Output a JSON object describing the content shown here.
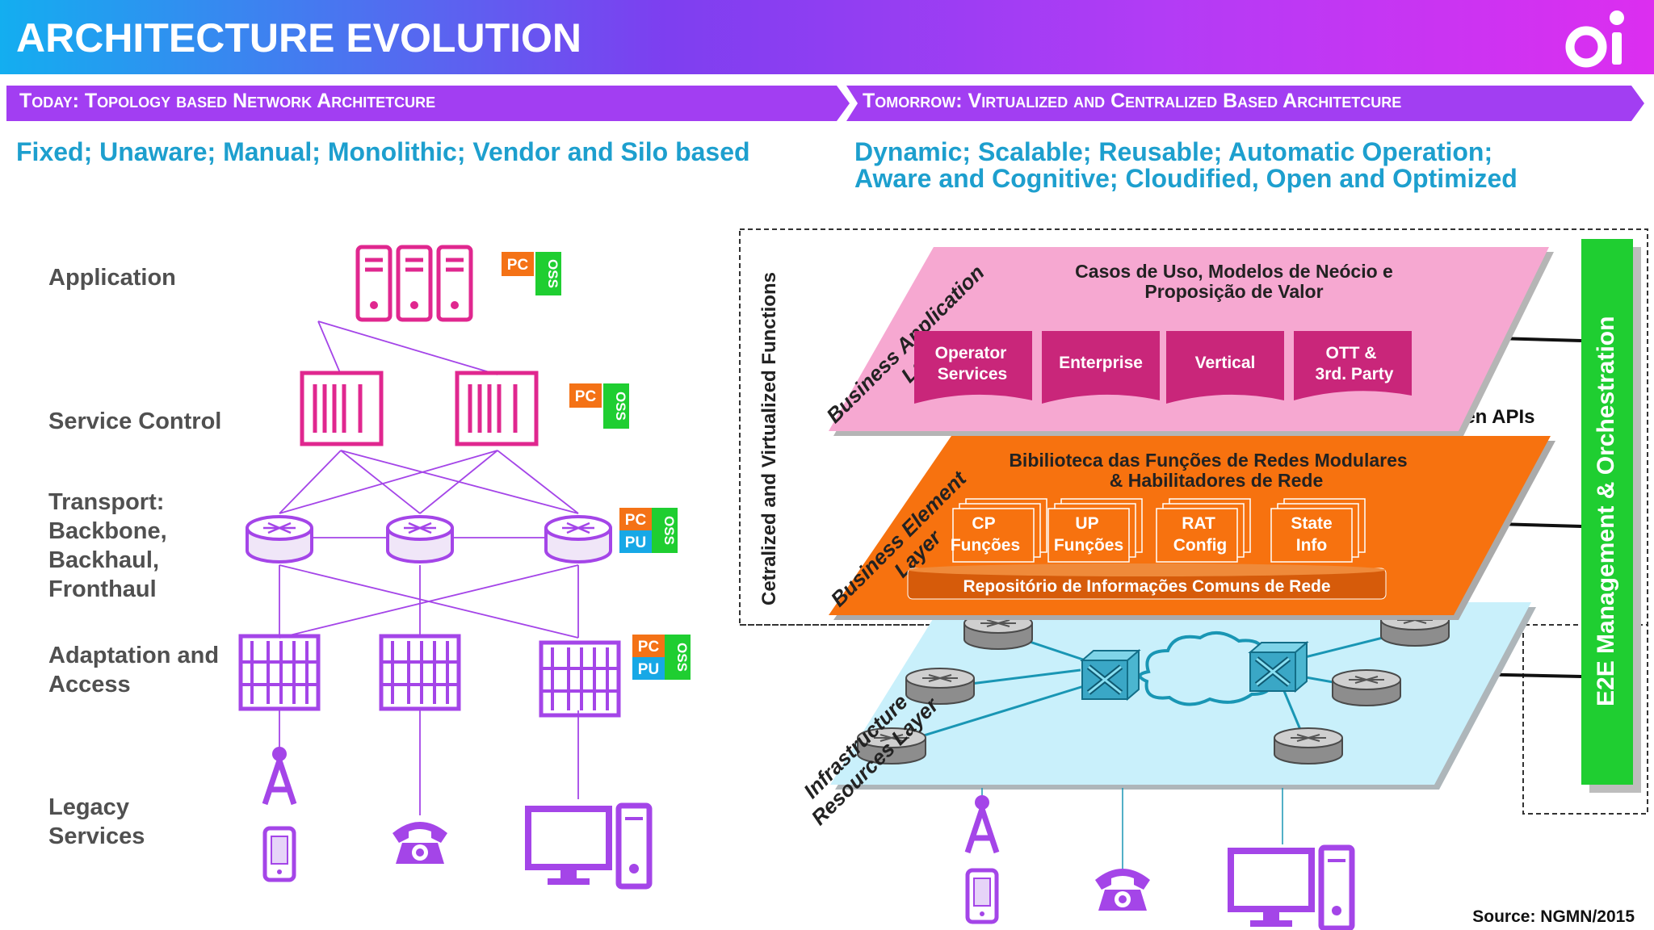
{
  "header": {
    "title": "ARCHITECTURE EVOLUTION",
    "logo_text": "oi"
  },
  "banner": {
    "today": "Today: Topology based Network Architetcure",
    "tomorrow": "Tomorrow: Virtualized and Centralized Based Architetcure"
  },
  "today": {
    "tagline": "Fixed; Unaware; Manual; Monolithic; Vendor and Silo based",
    "layers": [
      {
        "label": "Application"
      },
      {
        "label": "Service Control"
      },
      {
        "label": "Transport:\nBackbone,\nBackhaul,\nFronthaul"
      },
      {
        "label": "Adaptation and\nAccess"
      },
      {
        "label": "Legacy\nServices"
      }
    ],
    "badges": {
      "pc": "PC",
      "pu": "PU",
      "oss": "OSS"
    }
  },
  "tomorrow": {
    "tagline_line1": "Dynamic; Scalable; Reusable; Automatic Operation;",
    "tagline_line2": "Aware and Cognitive; Cloudified, Open and Optimized",
    "side_label": "Cetralized and Virtualized Functions",
    "business_app": {
      "layer_label": [
        "Business Application",
        "Layer"
      ],
      "title_line1": "Casos de Uso, Modelos de Neócio e",
      "title_line2": "Proposição de Valor",
      "boxes": [
        {
          "line1": "Operator",
          "line2": "Services"
        },
        {
          "line1": "Enterprise",
          "line2": ""
        },
        {
          "line1": "Vertical",
          "line2": ""
        },
        {
          "line1": "OTT &",
          "line2": "3rd. Party"
        }
      ]
    },
    "business_element": {
      "layer_label": [
        "Business Element",
        "Layer"
      ],
      "title_line1": "Bibilioteca das Funções de Redes Modulares",
      "title_line2": "& Habilitadores de Rede",
      "boxes": [
        {
          "line1": "CP",
          "line2": "Funções"
        },
        {
          "line1": "UP",
          "line2": "Funções"
        },
        {
          "line1": "RAT",
          "line2": "Config"
        },
        {
          "line1": "State",
          "line2": "Info"
        }
      ],
      "repository": "Repositório de Informações Comuns de Rede"
    },
    "infrastructure": {
      "layer_label": [
        "Infrastructure",
        "Resources Layer"
      ]
    },
    "open_apis": "Open APIs",
    "e2e": "E2E Management & Orchestration"
  },
  "source": "Source: NGMN/2015",
  "colors": {
    "magenta": "#e0278f",
    "purple": "#a445e8",
    "orange": "#f47216",
    "green": "#1fce31",
    "pink_layer": "#f6a8d1",
    "orange_layer": "#f7720f",
    "blue_layer": "#c9f0fb",
    "teal": "#1996b4",
    "blue_text": "#1d9fce",
    "badge_blue": "#17a8e6",
    "box_purple": "#c9267a"
  }
}
